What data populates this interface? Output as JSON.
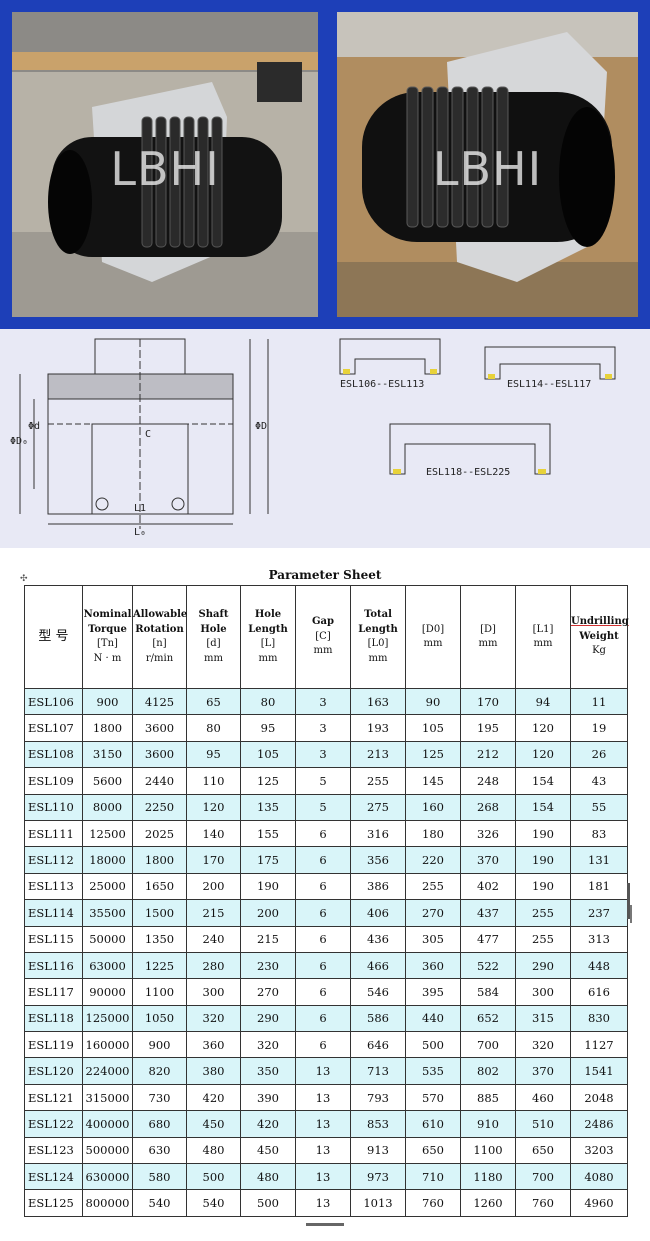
{
  "photos": {
    "left_watermark": "LBHI",
    "right_watermark": "LBHI"
  },
  "drawing": {
    "labels": {
      "variant_a": "ESL106--ESL113",
      "variant_b": "ESL114--ESL117",
      "variant_c": "ESL118--ESL225",
      "phi_d0": "ΦD₀",
      "phi_d": "Φd",
      "phi_d_outer": "ΦD",
      "c": "C",
      "l1": "L1",
      "l0": "L₀"
    }
  },
  "sheet": {
    "title": "Parameter Sheet",
    "headers": {
      "model": "型  号",
      "torque": [
        "Nominal",
        "Torque",
        "[Tn]",
        "N · m"
      ],
      "rotation": [
        "Allowable",
        "Rotation",
        "[n]",
        "r/min"
      ],
      "shaft": [
        "Shaft",
        "Hole",
        "[d]",
        "mm"
      ],
      "hole": [
        "Hole",
        "Length",
        "[L]",
        "mm"
      ],
      "gap": [
        "Gap",
        "[C]",
        "mm"
      ],
      "total": [
        "Total",
        "Length",
        "[L0]",
        "mm"
      ],
      "d0": [
        "[D0]",
        "mm"
      ],
      "d": [
        "[D]",
        "mm"
      ],
      "l1": [
        "[L1]",
        "mm"
      ],
      "weight": [
        "Undrilling",
        "Weight",
        "Kg"
      ]
    },
    "rows": [
      [
        "ESL106",
        "900",
        "4125",
        "65",
        "80",
        "3",
        "163",
        "90",
        "170",
        "94",
        "11"
      ],
      [
        "ESL107",
        "1800",
        "3600",
        "80",
        "95",
        "3",
        "193",
        "105",
        "195",
        "120",
        "19"
      ],
      [
        "ESL108",
        "3150",
        "3600",
        "95",
        "105",
        "3",
        "213",
        "125",
        "212",
        "120",
        "26"
      ],
      [
        "ESL109",
        "5600",
        "2440",
        "110",
        "125",
        "5",
        "255",
        "145",
        "248",
        "154",
        "43"
      ],
      [
        "ESL110",
        "8000",
        "2250",
        "120",
        "135",
        "5",
        "275",
        "160",
        "268",
        "154",
        "55"
      ],
      [
        "ESL111",
        "12500",
        "2025",
        "140",
        "155",
        "6",
        "316",
        "180",
        "326",
        "190",
        "83"
      ],
      [
        "ESL112",
        "18000",
        "1800",
        "170",
        "175",
        "6",
        "356",
        "220",
        "370",
        "190",
        "131"
      ],
      [
        "ESL113",
        "25000",
        "1650",
        "200",
        "190",
        "6",
        "386",
        "255",
        "402",
        "190",
        "181"
      ],
      [
        "ESL114",
        "35500",
        "1500",
        "215",
        "200",
        "6",
        "406",
        "270",
        "437",
        "255",
        "237"
      ],
      [
        "ESL115",
        "50000",
        "1350",
        "240",
        "215",
        "6",
        "436",
        "305",
        "477",
        "255",
        "313"
      ],
      [
        "ESL116",
        "63000",
        "1225",
        "280",
        "230",
        "6",
        "466",
        "360",
        "522",
        "290",
        "448"
      ],
      [
        "ESL117",
        "90000",
        "1100",
        "300",
        "270",
        "6",
        "546",
        "395",
        "584",
        "300",
        "616"
      ],
      [
        "ESL118",
        "125000",
        "1050",
        "320",
        "290",
        "6",
        "586",
        "440",
        "652",
        "315",
        "830"
      ],
      [
        "ESL119",
        "160000",
        "900",
        "360",
        "320",
        "6",
        "646",
        "500",
        "700",
        "320",
        "1127"
      ],
      [
        "ESL120",
        "224000",
        "820",
        "380",
        "350",
        "13",
        "713",
        "535",
        "802",
        "370",
        "1541"
      ],
      [
        "ESL121",
        "315000",
        "730",
        "420",
        "390",
        "13",
        "793",
        "570",
        "885",
        "460",
        "2048"
      ],
      [
        "ESL122",
        "400000",
        "680",
        "450",
        "420",
        "13",
        "853",
        "610",
        "910",
        "510",
        "2486"
      ],
      [
        "ESL123",
        "500000",
        "630",
        "480",
        "450",
        "13",
        "913",
        "650",
        "1100",
        "650",
        "3203"
      ],
      [
        "ESL124",
        "630000",
        "580",
        "500",
        "480",
        "13",
        "973",
        "710",
        "1180",
        "700",
        "4080"
      ],
      [
        "ESL125",
        "800000",
        "540",
        "540",
        "500",
        "13",
        "1013",
        "760",
        "1260",
        "760",
        "4960"
      ]
    ]
  },
  "colors": {
    "frame_blue": "#1d3fb8",
    "drawing_bg": "#e8e9f5",
    "row_highlight": "#d9f5f9"
  }
}
